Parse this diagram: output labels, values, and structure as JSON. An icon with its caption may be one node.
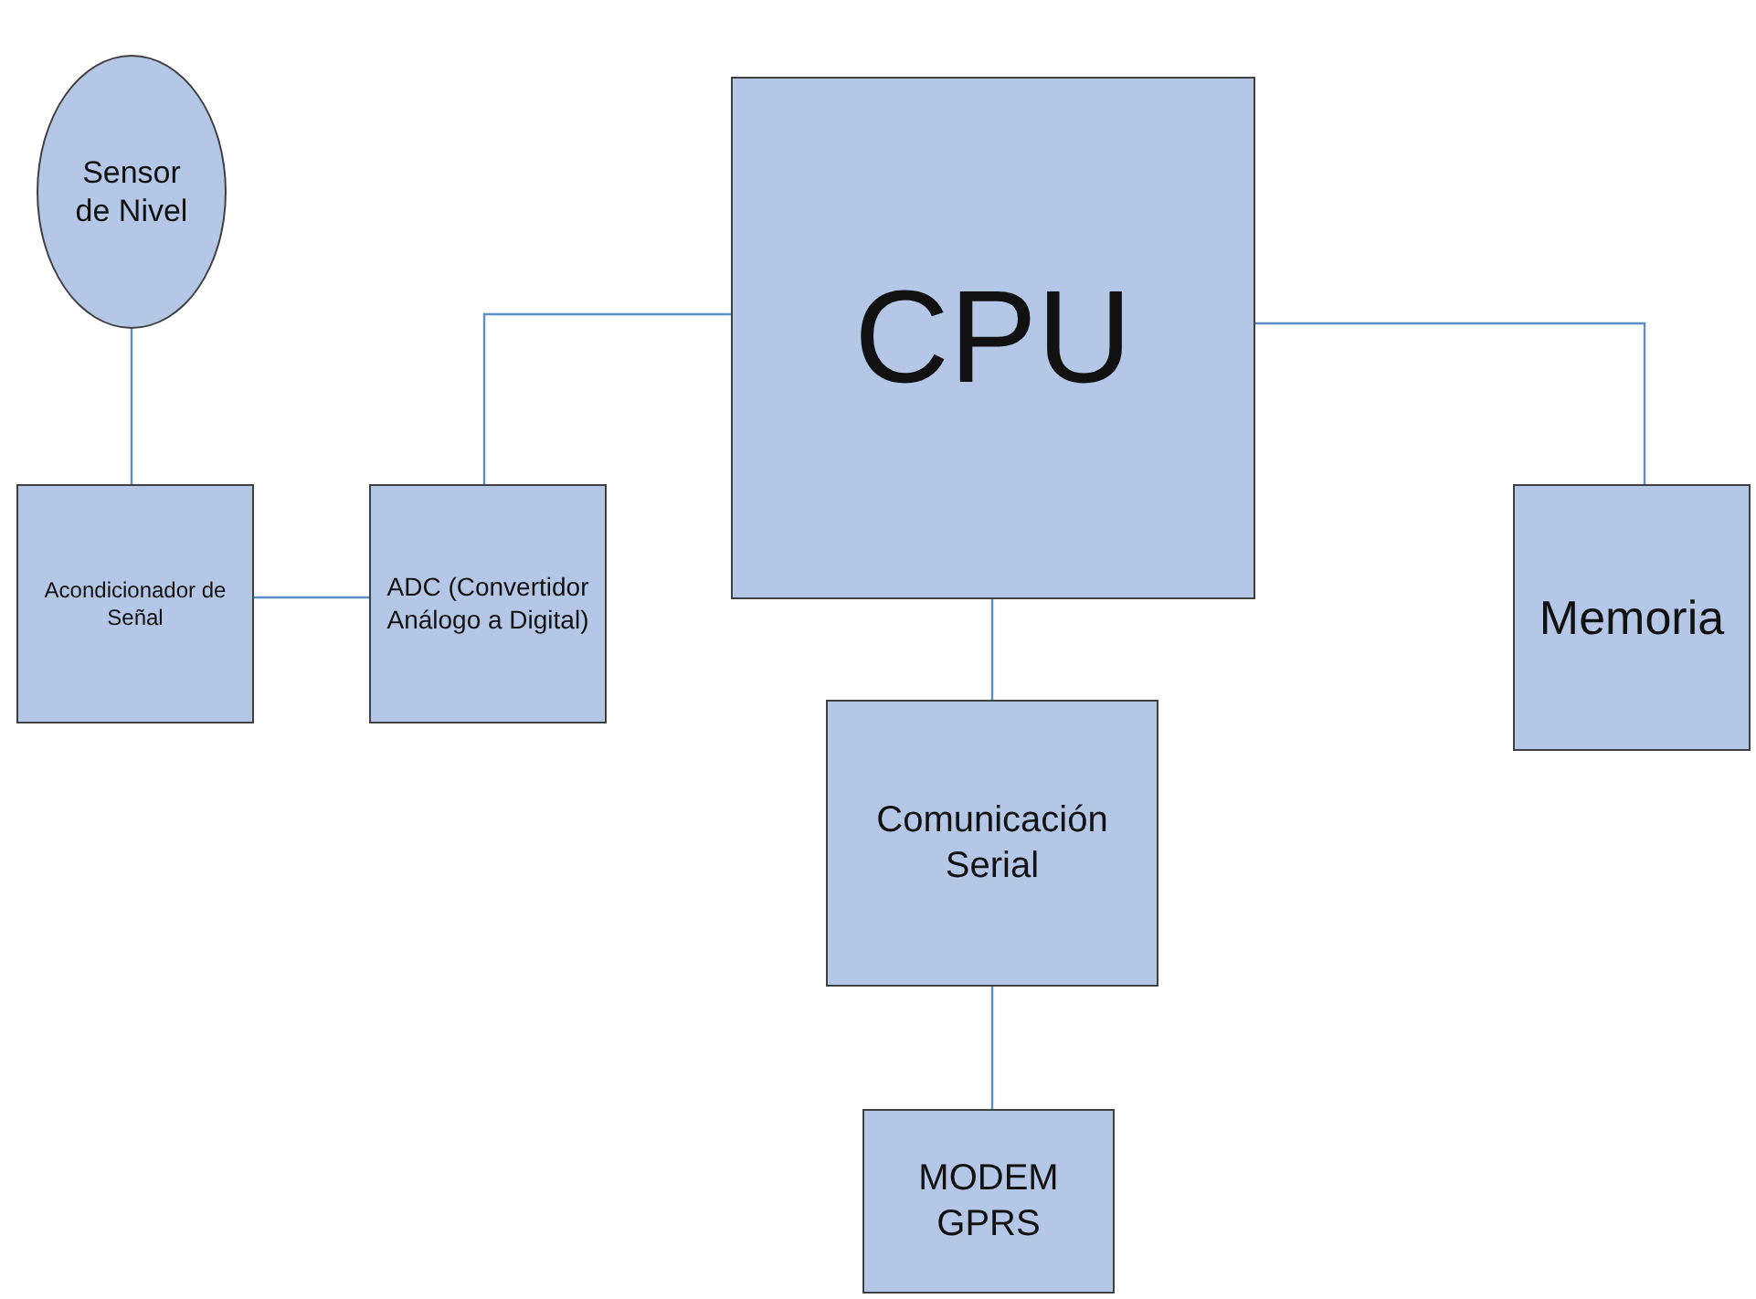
{
  "diagram": {
    "nodes": [
      {
        "text": [
          "Sensor de Nivel"
        ]
      },
      {
        "text": [
          "Acondicionador de Señal"
        ]
      },
      {
        "text": [
          "ADC (Convertidor Análogo a Digital)"
        ]
      },
      {
        "text": [
          "CPU"
        ]
      },
      {
        "text": [
          "Memoria"
        ]
      },
      {
        "text": [
          "Comunicación Serial"
        ]
      },
      {
        "text": [
          "MODEM GPRS"
        ]
      }
    ],
    "edges": [
      {
        "from": 0,
        "to": 1,
        "arrow": "none"
      },
      {
        "from": 1,
        "to": 2,
        "arrow": "none"
      },
      {
        "from": 2,
        "to": 3,
        "arrow": "none"
      },
      {
        "from": 3,
        "to": 4,
        "arrow": "none"
      },
      {
        "from": 3,
        "to": 5,
        "arrow": "none"
      },
      {
        "from": 5,
        "to": 6,
        "arrow": "none"
      }
    ]
  }
}
